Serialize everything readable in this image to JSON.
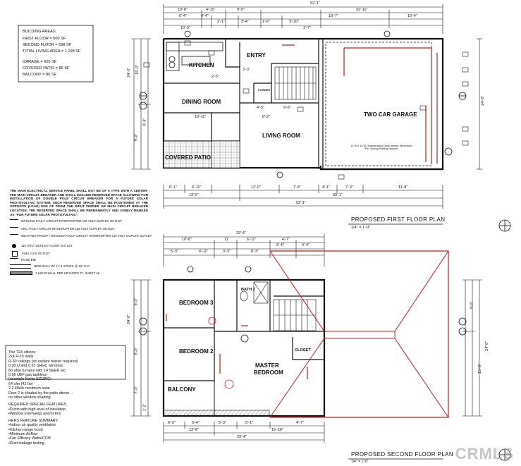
{
  "building_areas": {
    "title": "BUILDING AREAS:",
    "lines": [
      "FIRST FLOOR = 600 SF",
      "SECOND FLOOR = 598 SF",
      "TOTAL LIVING AREA = 1,198 SF",
      "GARAGE = 605 SF",
      "COVERED PATIO = 86 SF",
      "BALCONY = 86 SF"
    ]
  },
  "first_floor": {
    "title": "PROPOSED FIRST FLOOR PLAN",
    "scale": "1/4\" = 1'-0\"",
    "rooms": {
      "kitchen": "KITCHEN",
      "entry": "ENTRY",
      "dining": "DINING ROOM",
      "living": "LIVING ROOM",
      "patio": "COVERED PATIO",
      "garage": "TWO CAR GARAGE",
      "powder": "POWDER"
    },
    "dims_top": [
      "52'-1\"",
      "32'-11\"",
      "10'-8\"",
      "4'-11\"",
      "9'-5\"",
      "19'-7\"",
      "10'-4\"",
      "6'-4\"",
      "4'-4\"",
      "2'-1\"",
      "3'-4\"",
      "1'-6\"",
      "3'-10\"",
      "1'-7\"",
      "10'-0\""
    ],
    "dims_bottom": [
      "6'-1\"",
      "6'-11\"",
      "12'-0\"",
      "7'-8\"",
      "4'-1\"",
      "7'-3\"",
      "11'-8\"",
      "13'-0\"",
      "39'-1\"",
      "52'-1\""
    ],
    "dims_left": [
      "24'-0\"",
      "15'-0\"",
      "9'-0\"",
      "8'-9\""
    ],
    "dims_right": [
      "24'-0\""
    ],
    "dims_interior": [
      "18'-11\"",
      "8'-2\"",
      "9'-6\"",
      "4'-5\"",
      "3'-3\"",
      "2'-5\""
    ]
  },
  "second_floor": {
    "title": "PROPOSED SECOND FLOOR PLAN",
    "scale": "1/4\" = 1'-0\"",
    "rooms": {
      "bed3": "BEDROOM 3",
      "bed2": "BEDROOM 2",
      "master": "MASTER",
      "master2": "BEDROOM",
      "bath": "BATH 2",
      "closet": "CLOSET",
      "balcony": "BALCONY"
    },
    "dims_top": [
      "29'-4\"",
      "10'-8\"",
      "11'",
      "6'-11\"",
      "4'-7\"",
      "5'-3\"",
      "4'-11\"",
      "3'-3\"",
      "8'-3\"",
      "6'-4\"",
      "4'-4\""
    ],
    "dims_bottom": [
      "6'-2\"",
      "5'-4\"",
      "5'-3\"",
      "5'-1\"",
      "4'-7\"",
      "13'-6\"",
      "15'-10\"",
      "29'-4\""
    ],
    "dims_left": [
      "24'-0\"",
      "9'-0\"",
      "6'-0\"",
      "7'-0\"",
      "1'-2\""
    ],
    "dims_right": [
      "24'-0\"",
      "15'-0\"",
      "9'-0\""
    ]
  },
  "electrical_note": "THE MAIN ELECTRICAL SERVICE PANEL SHALL NOT BE OF A TYPE WITH A CENTER-FED MAIN CIRCUIT BREAKER AND SHALL INCLUDE RESERVED SPACE ALLOWING FOR INSTALLATION OF DOUBLE POLE CIRCUIT BREAKER FOR A FUTURE SOLAR PHOTOVOLTAIC SYSTEM. SUCH RESERVED SPACE SHALL BE POSITIONED AT THE OPPOSITE (LOAD) END OF FROM THE INPUT FEEDER OR MAIN CIRCUIT BREAKER LOCATION. THE RESERVED SPACE SHALL BE PERMANENTLY AND VISIBLY MARKED AS \"FOR FUTURE SOLAR PHOTOVOLTAIC\".",
  "legend": [
    "GROUND FAULT CIRCUIT INTERRUPTER 110 VOLT DUPLEX OUTLET",
    "ARC FAULT CIRCUIT INTERRUPTER 110 VOLT DUPLEX OUTLET",
    "WEATHER PROOF / GROUND FAULT CIRCUIT INTERRUPTER 110 VOLT DUPLEX OUTLET",
    "110 VOLT DUPLEX FLOOR OUTLET",
    "FUEL GAS OUTLET",
    "HOSE BIB",
    "NEW WALL W/ 2 x 4 STUDS @ 16\" O.C.",
    "1 HOUR WALL PER KEYNOTE #7, SHEET A6"
  ],
  "t24": {
    "title": "The T24 utilizes:",
    "lines": [
      "2x4 R-15 walls",
      "R-30 ceilings (no radiant barrier required)",
      "0.30 U and 0.23 SHGC windows",
      "80 afue furnace with 14 SEER a/c",
      "0.96 UEF gas tankless",
      "(example Noritz EZ1850)",
      "64 cfm (42 fan",
      "2.2 kWdc minimum solar",
      "Door 2 is shaded by the patio above ...",
      "no other window shading"
    ],
    "special_title": "REQUIRED SPECIAL FEATURES",
    "special": [
      "•Ducts with high level of insulation",
      "•Window overhangs and/or fins"
    ],
    "hers_title": "HERS FEATURE SUMMARY",
    "hers": [
      "•Indoor air quality ventilation",
      "•Kitchen range hood",
      "•Minimum Airflow",
      "•Fan Efficacy Watts/CFM",
      "•Duct leakage testing"
    ]
  },
  "notes": {
    "garage_note": "10 W x 19 W Unobstructed Clear Interior Dimension Per Zoning Parking Spaces",
    "watermark": "CRMLS"
  },
  "colors": {
    "ink": "#111111",
    "red": "#d01818",
    "hatch": "#777777"
  }
}
